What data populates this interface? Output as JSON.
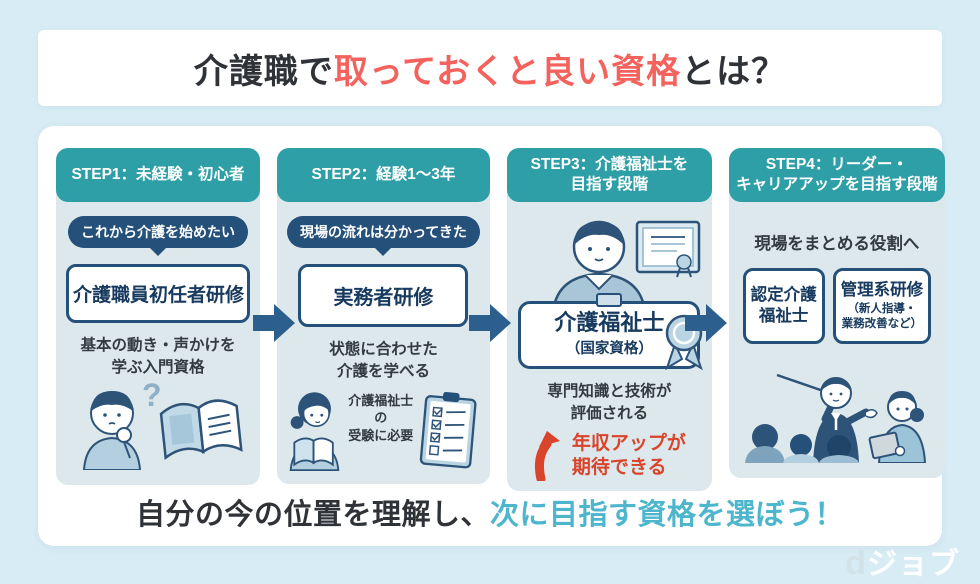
{
  "title": {
    "pre": "介護職で",
    "highlight": "取っておくと良い資格",
    "post": "とは？"
  },
  "steps": [
    {
      "header": "STEP1：未経験・初心者",
      "bubble": "これから介護を始めたい",
      "qualification": "介護職員初任者研修",
      "caption": "基本の動き・声かけを\n学ぶ入門資格",
      "illustration": "thinking-person-and-open-book"
    },
    {
      "header": "STEP2：経験1～3年",
      "bubble": "現場の流れは分かってきた",
      "qualification": "実務者研修",
      "caption": "状態に合わせた\n介護を学べる",
      "note": "介護福祉士の\n受験に必要",
      "illustration": "woman-reading-and-checklist"
    },
    {
      "header": "STEP3：介護福祉士を\n目指す段階",
      "qualification": "介護福祉士",
      "qualification_sub": "（国家資格）",
      "caption": "専門知識と技術が\n評価される",
      "highlight": "年収アップが\n期待できる",
      "illustration": "care-worker-and-certificate"
    },
    {
      "header": "STEP4：リーダー・\nキャリアアップを目指す段階",
      "lead": "現場をまとめる役割へ",
      "qualifications": [
        {
          "main": "認定介護\n福祉士",
          "sub": ""
        },
        {
          "main": "管理系研修",
          "sub": "（新人指導・\n業務改善など）"
        }
      ],
      "illustration": "leader-training-session"
    }
  ],
  "footer": {
    "pre": "自分の今の位置を理解し、",
    "highlight": "次に目指す資格を選ぼう！"
  },
  "logo": {
    "d": "d",
    "text": "ジョブ"
  },
  "colors": {
    "page_bg": "#d8ecf5",
    "title_highlight_red": "#f3625d",
    "step_header_teal": "#2f9fa7",
    "column_bg": "#dde8ec",
    "navy": "#24507a",
    "flow_arrow_navy": "#2d5f8e",
    "income_up_red": "#d9442b",
    "footer_highlight_teal": "#4db6cd"
  }
}
